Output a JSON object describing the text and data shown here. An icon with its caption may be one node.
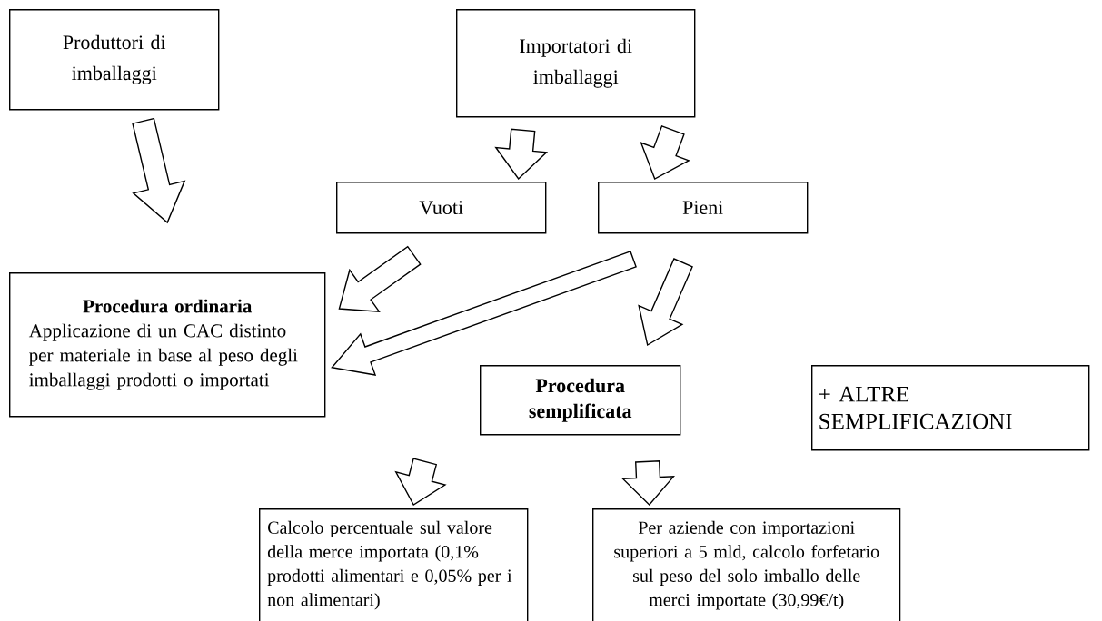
{
  "diagram": {
    "nodes": [
      {
        "text": [
          "Produttori di imballaggi"
        ]
      },
      {
        "text": [
          "Importatori di imballaggi"
        ]
      },
      {
        "text": [
          "Vuoti"
        ]
      },
      {
        "text": [
          "Pieni"
        ]
      },
      {
        "text": [
          "Procedura ordinaria",
          "Applicazione di un CAC distinto per materiale in base al peso degli imballaggi prodotti o importati"
        ]
      },
      {
        "text": [
          "Procedura semplificata"
        ]
      },
      {
        "text": [
          "+ ALTRE SEMPLIFICAZIONI"
        ]
      },
      {
        "text": [
          "Calcolo percentuale sul valore della merce importata (0,1% prodotti alimentari e 0,05% per i non alimentari)"
        ]
      },
      {
        "text": [
          "Per aziende con importazioni superiori a 5 mld, calcolo forfetario sul peso del solo imballo delle merci importate (30,99€/t)"
        ]
      }
    ],
    "edges": [
      {
        "from": 0,
        "to": 4,
        "arrow": "to"
      },
      {
        "from": 1,
        "to": 2,
        "arrow": "to"
      },
      {
        "from": 1,
        "to": 3,
        "arrow": "to"
      },
      {
        "from": 2,
        "to": 4,
        "arrow": "to"
      },
      {
        "from": 3,
        "to": 4,
        "arrow": "to"
      },
      {
        "from": 3,
        "to": 5,
        "arrow": "to"
      },
      {
        "from": 5,
        "to": 7,
        "arrow": "to"
      },
      {
        "from": 5,
        "to": 8,
        "arrow": "to"
      }
    ]
  }
}
